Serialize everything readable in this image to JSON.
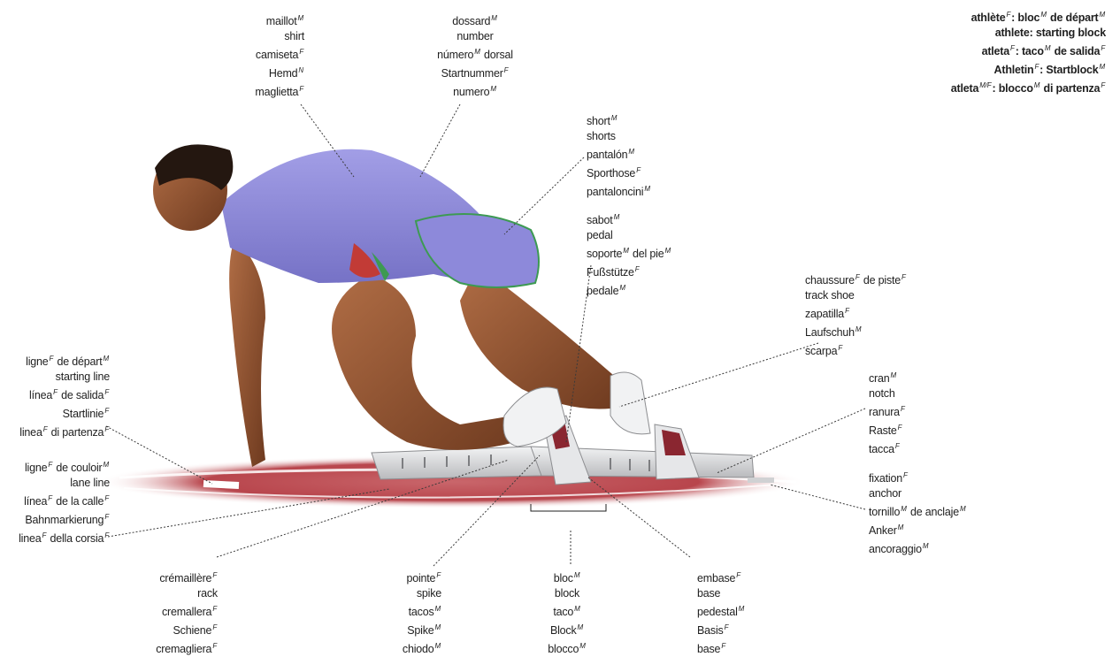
{
  "title_lines": [
    "athlète^F: bloc^M de départ^M",
    "athlete: starting block",
    "atleta^F: taco^M de salida^F",
    "Athletin^F: Startblock^M",
    "atleta^M/F: blocco^M di partenza^F"
  ],
  "labels": {
    "maillot": [
      "maillot^M",
      "shirt",
      "camiseta^F",
      "Hemd^N",
      "maglietta^F"
    ],
    "dossard": [
      "dossard^M",
      "number",
      "número^M dorsal",
      "Startnummer^F",
      "numero^M"
    ],
    "short": [
      "short^M",
      "shorts",
      "pantalón^M",
      "Sporthose^F",
      "pantaloncini^M"
    ],
    "sabot": [
      "sabot^M",
      "pedal",
      "soporte^M del pie^M",
      "Fußstütze^F",
      "pedale^M"
    ],
    "chaussure": [
      "chaussure^F de piste^F",
      "track shoe",
      "zapatilla^F",
      "Laufschuh^M",
      "scarpa^F"
    ],
    "cran": [
      "cran^M",
      "notch",
      "ranura^F",
      "Raste^F",
      "tacca^F"
    ],
    "fixation": [
      "fixation^F",
      "anchor",
      "tornillo^M de anclaje^M",
      "Anker^M",
      "ancoraggio^M"
    ],
    "ligne_depart": [
      "ligne^F de départ^M",
      "starting line",
      "línea^F de salida^F",
      "Startlinie^F",
      "linea^F di partenza^F"
    ],
    "ligne_couloir": [
      "ligne^F de couloir^M",
      "lane line",
      "línea^F de la calle^F",
      "Bahnmarkierung^F",
      "linea^F della corsia^F"
    ],
    "cremaillere": [
      "crémaillère^F",
      "rack",
      "cremallera^F",
      "Schiene^F",
      "cremagliera^F"
    ],
    "pointe": [
      "pointe^F",
      "spike",
      "tacos^M",
      "Spike^M",
      "chiodo^M"
    ],
    "bloc": [
      "bloc^M",
      "block",
      "taco^M",
      "Block^M",
      "blocco^M"
    ],
    "embase": [
      "embase^F",
      "base",
      "pedestal^M",
      "Basis^F",
      "base^F"
    ]
  },
  "colors": {
    "track_red": "#b8454c",
    "shirt_purple": "#8a86d6",
    "skin": "#9b5a34",
    "block_grey": "#d9dadc"
  }
}
